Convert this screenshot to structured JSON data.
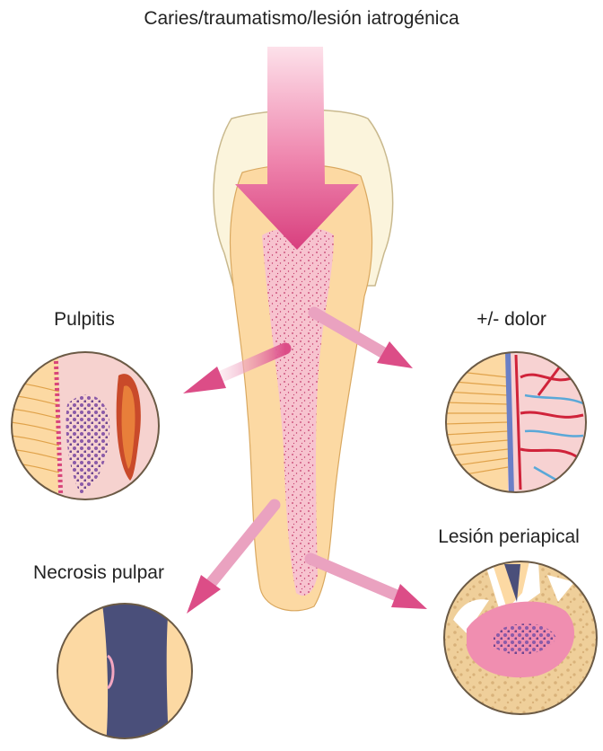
{
  "diagram": {
    "title": "Caries/traumatismo/lesión iatrogénica",
    "labels": {
      "pulpitis": "Pulpitis",
      "pain": "+/- dolor",
      "periapical": "Lesión periapical",
      "necrosis": "Necrosis pulpar"
    }
  },
  "colors": {
    "enamel": "#fbf4dc",
    "dentin": "#fcd9a3",
    "pulp": "#f7c3cf",
    "arrow": "#e05b90",
    "necrotic": "#4a4f7a",
    "nerve": "#d0233a",
    "vessel": "#5aa8d8",
    "bone": "#efcf9a"
  }
}
